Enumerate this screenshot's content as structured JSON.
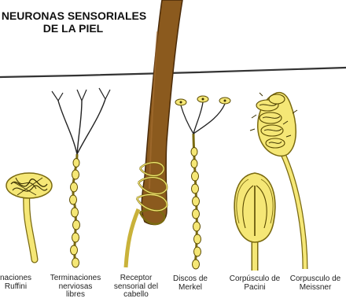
{
  "title": {
    "line1": "NEURONAS SENSORIALES",
    "line2": "DE LA PIEL"
  },
  "labels": {
    "ruffini": [
      "naciones",
      "Ruffini"
    ],
    "libres": [
      "Terminaciones",
      "nerviosas",
      "libres"
    ],
    "cabello": [
      "Receptor",
      "sensorial del",
      "cabello"
    ],
    "merkel": [
      "Discos de",
      "Merkel"
    ],
    "pacini": [
      "Corpúsculo de",
      "Pacini"
    ],
    "meissner": [
      "Corpusculo de",
      "Meissner"
    ]
  },
  "colors": {
    "yellow": "#f5e776",
    "yellow_stroke": "#7a6a10",
    "hair": "#8b5a1e",
    "hair_dark": "#5a3410",
    "nerve": "#c9b23a",
    "skin_line": "#333333"
  }
}
